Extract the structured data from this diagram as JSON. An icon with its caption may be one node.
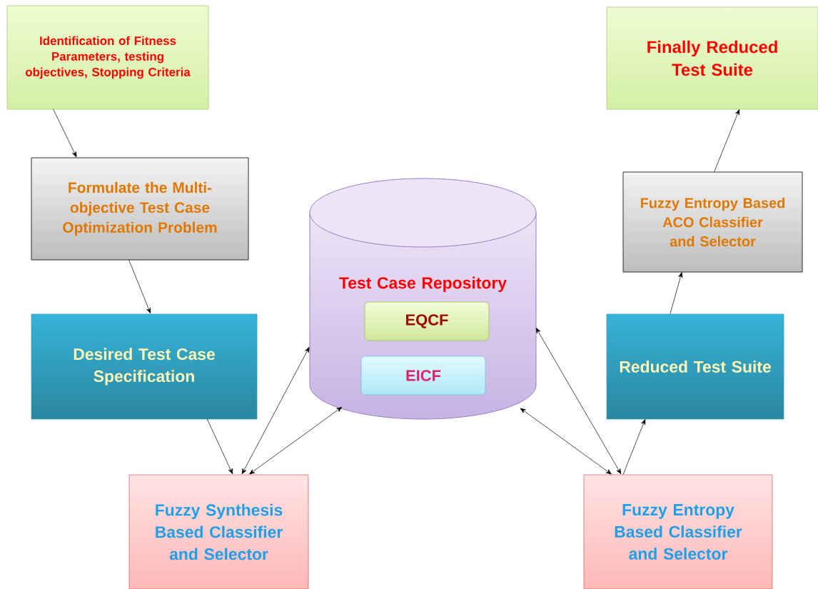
{
  "diagram": {
    "nodes": [
      {
        "text": [
          "Identification of Fitness Parameters, testing objectives, Stopping Criteria"
        ]
      },
      {
        "text": [
          "Formulate the Multi-objective Test Case Optimization Problem"
        ]
      },
      {
        "text": [
          "Desired Test Case Specification"
        ]
      },
      {
        "text": [
          "Fuzzy Synthesis Based Classifier and Selector"
        ]
      },
      {
        "text": [
          "Test Case Repository"
        ]
      },
      {
        "text": [
          "EQCF"
        ],
        "in": 4
      },
      {
        "text": [
          "EICF"
        ],
        "in": 4
      },
      {
        "text": [
          "Finally Reduced Test Suite"
        ]
      },
      {
        "text": [
          "Fuzzy Entropy Based ACO Classifier and Selector"
        ]
      },
      {
        "text": [
          "Reduced Test Suite"
        ]
      },
      {
        "text": [
          "Fuzzy Entropy Based Classifier and Selector"
        ]
      }
    ],
    "edges": [
      {
        "from": 0,
        "to": 1,
        "arrow": "to"
      },
      {
        "from": 1,
        "to": 2,
        "arrow": "to"
      },
      {
        "from": 2,
        "to": 3,
        "arrow": "to"
      },
      {
        "from": 3,
        "to": 4,
        "arrow": "both"
      },
      {
        "from": 3,
        "to": 4,
        "arrow": "both"
      },
      {
        "from": 4,
        "to": 10,
        "arrow": "both"
      },
      {
        "from": 4,
        "to": 10,
        "arrow": "both"
      },
      {
        "from": 10,
        "to": 9,
        "arrow": "to"
      },
      {
        "from": 9,
        "to": 8,
        "arrow": "to"
      },
      {
        "from": 8,
        "to": 7,
        "arrow": "to"
      }
    ]
  }
}
